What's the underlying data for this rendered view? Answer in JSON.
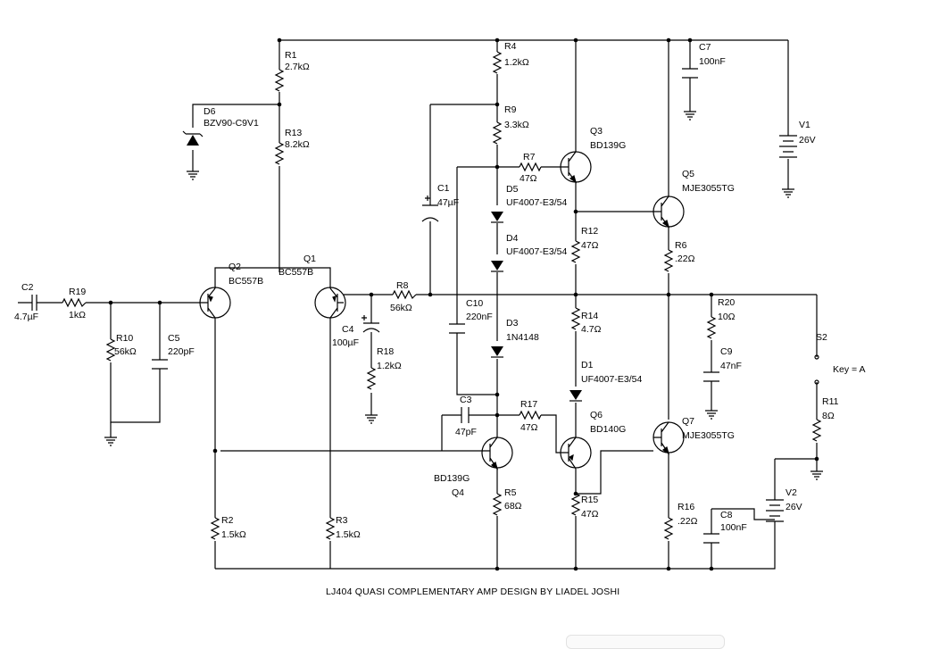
{
  "title": "LJ404 QUASI COMPLEMENTARY AMP DESIGN BY LIADEL JOSHI",
  "components": {
    "R1": {
      "ref": "R1",
      "value": "2.7kΩ"
    },
    "R2": {
      "ref": "R2",
      "value": "1.5kΩ"
    },
    "R3": {
      "ref": "R3",
      "value": "1.5kΩ"
    },
    "R4": {
      "ref": "R4",
      "value": "1.2kΩ"
    },
    "R5": {
      "ref": "R5",
      "value": "68Ω"
    },
    "R6": {
      "ref": "R6",
      "value": ".22Ω"
    },
    "R7": {
      "ref": "R7",
      "value": "47Ω"
    },
    "R8": {
      "ref": "R8",
      "value": "56kΩ"
    },
    "R9": {
      "ref": "R9",
      "value": "3.3kΩ"
    },
    "R10": {
      "ref": "R10",
      "value": "56kΩ"
    },
    "R11": {
      "ref": "R11",
      "value": "8Ω"
    },
    "R12": {
      "ref": "R12",
      "value": "47Ω"
    },
    "R13": {
      "ref": "R13",
      "value": "8.2kΩ"
    },
    "R14": {
      "ref": "R14",
      "value": "4.7Ω"
    },
    "R15": {
      "ref": "R15",
      "value": "47Ω"
    },
    "R16": {
      "ref": "R16",
      "value": ".22Ω"
    },
    "R17": {
      "ref": "R17",
      "value": "47Ω"
    },
    "R18": {
      "ref": "R18",
      "value": "1.2kΩ"
    },
    "R19": {
      "ref": "R19",
      "value": "1kΩ"
    },
    "R20": {
      "ref": "R20",
      "value": "10Ω"
    },
    "C1": {
      "ref": "C1",
      "value": "47µF"
    },
    "C2": {
      "ref": "C2",
      "value": "4.7µF"
    },
    "C3": {
      "ref": "C3",
      "value": "47pF"
    },
    "C4": {
      "ref": "C4",
      "value": "100µF"
    },
    "C5": {
      "ref": "C5",
      "value": "220pF"
    },
    "C7": {
      "ref": "C7",
      "value": "100nF"
    },
    "C8": {
      "ref": "C8",
      "value": "100nF"
    },
    "C9": {
      "ref": "C9",
      "value": "47nF"
    },
    "C10": {
      "ref": "C10",
      "value": "220nF"
    },
    "D1": {
      "ref": "D1",
      "value": "UF4007-E3/54"
    },
    "D3": {
      "ref": "D3",
      "value": "1N4148"
    },
    "D4": {
      "ref": "D4",
      "value": "UF4007-E3/54"
    },
    "D5": {
      "ref": "D5",
      "value": "UF4007-E3/54"
    },
    "D6": {
      "ref": "D6",
      "value": "BZV90-C9V1"
    },
    "Q1": {
      "ref": "Q1",
      "value": "BC557B"
    },
    "Q2": {
      "ref": "Q2",
      "value": "BC557B"
    },
    "Q3": {
      "ref": "Q3",
      "value": "BD139G"
    },
    "Q4": {
      "ref": "Q4",
      "value": "BD139G"
    },
    "Q5": {
      "ref": "Q5",
      "value": "MJE3055TG"
    },
    "Q6": {
      "ref": "Q6",
      "value": "BD140G"
    },
    "Q7": {
      "ref": "Q7",
      "value": "MJE3055TG"
    },
    "V1": {
      "ref": "V1",
      "value": "26V"
    },
    "V2": {
      "ref": "V2",
      "value": "26V"
    },
    "S2": {
      "ref": "S2",
      "key": "Key = A"
    }
  }
}
